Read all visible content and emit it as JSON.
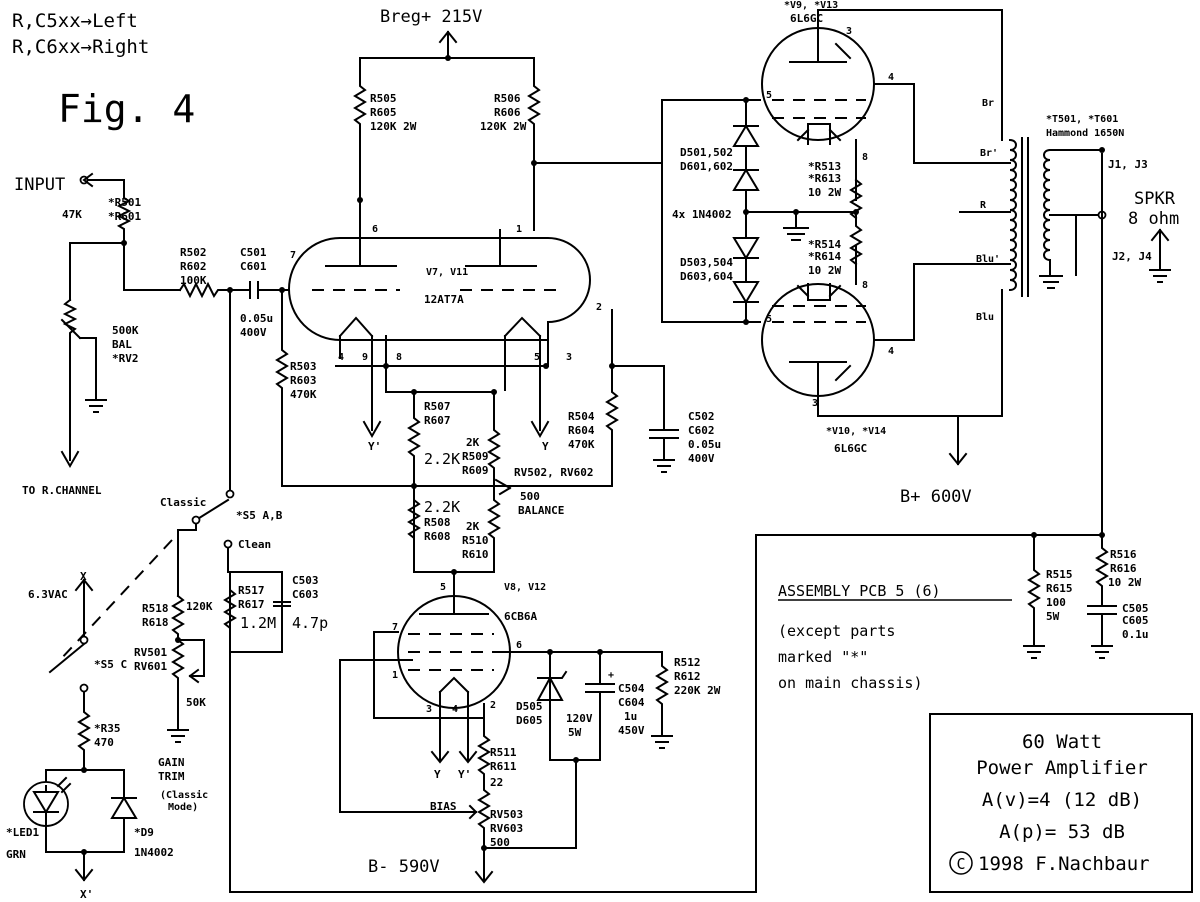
{
  "header": {
    "legend_left": "R,C5xx→Left",
    "legend_right": "R,C6xx→Right",
    "figure": "Fig. 4"
  },
  "rails": {
    "breg": "Breg+ 215V",
    "bplus": "B+ 600V",
    "bminus": "B- 590V"
  },
  "input": {
    "label": "INPUT",
    "to_right_channel": "TO R.CHANNEL"
  },
  "components": {
    "r501": [
      "*R501",
      "*R601"
    ],
    "r501_value": "47K",
    "bal_pot": [
      "500K",
      "BAL",
      "*RV2"
    ],
    "r502": [
      "R502",
      "R602",
      "100K"
    ],
    "c501": [
      "C501",
      "C601"
    ],
    "c501_value": [
      "0.05u",
      "400V"
    ],
    "r505": [
      "R505",
      "R605",
      "120K 2W"
    ],
    "r506": [
      "R506",
      "R606",
      "120K 2W"
    ],
    "v7": [
      "V7, V11",
      "12AT7A"
    ],
    "r503": [
      "R503",
      "R603",
      "470K"
    ],
    "r504": [
      "R504",
      "R604",
      "470K"
    ],
    "c502": [
      "C502",
      "C602",
      "0.05u",
      "400V"
    ],
    "r507": [
      "R507",
      "R607",
      "2.2K"
    ],
    "r509": [
      "2K",
      "R509",
      "R609"
    ],
    "rv502": [
      "RV502, RV602",
      "500",
      "BALANCE"
    ],
    "r508": [
      "2.2K",
      "R508",
      "R608"
    ],
    "r510": [
      "2K",
      "R510",
      "R610"
    ],
    "s5ab": "*S5 A,B",
    "s5ab_classic": "Classic",
    "s5ab_clean": "Clean",
    "r517": [
      "R517",
      "R617",
      "1.2M"
    ],
    "c503": [
      "C503",
      "C603",
      "4.7p"
    ],
    "r518": [
      "R518",
      "R618"
    ],
    "r518_value": "120K",
    "rv501": [
      "RV501",
      "RV601"
    ],
    "rv501_value": "50K",
    "gain_trim": [
      "GAIN",
      "TRIM"
    ],
    "gain_trim_mode": [
      "(Classic",
      "Mode)"
    ],
    "s5c": "*S5 C",
    "supply": "6.3VAC",
    "r35": [
      "*R35",
      "470"
    ],
    "led": [
      "*LED1",
      "GRN"
    ],
    "d9": [
      "*D9",
      "1N4002"
    ],
    "v8": [
      "V8, V12",
      "6CB6A"
    ],
    "d505": [
      "D505",
      "D605"
    ],
    "zener_value": [
      "120V",
      "5W"
    ],
    "c504": [
      "C504",
      "C604",
      "1u",
      "450V"
    ],
    "r512": [
      "R512",
      "R612",
      "220K 2W"
    ],
    "r511": [
      "R511",
      "R611",
      "22"
    ],
    "rv503": [
      "BIAS",
      "RV503",
      "RV603",
      "500"
    ],
    "v9": [
      "*V9, *V13",
      "6L6GC"
    ],
    "v10": [
      "*V10, *V14",
      "6L6GC"
    ],
    "d501": [
      "D501,502",
      "D601,602"
    ],
    "d503": [
      "D503,504",
      "D603,604"
    ],
    "diodes": "4x 1N4002",
    "r513": [
      "*R513",
      "*R613",
      "10 2W"
    ],
    "r514": [
      "*R514",
      "*R614",
      "10 2W"
    ],
    "t501": [
      "*T501, *T601",
      "Hammond 1650N"
    ],
    "t_taps": [
      "Br",
      "Br'",
      "R",
      "Blu'",
      "Blu"
    ],
    "jacks": [
      "J1, J3",
      "J2, J4"
    ],
    "spkr": [
      "SPKR",
      "8 ohm"
    ],
    "r515": [
      "R515",
      "R615",
      "100",
      "5W"
    ],
    "r516": [
      "R516",
      "R616",
      "10 2W"
    ],
    "c505": [
      "C505",
      "C605",
      "0.1u"
    ]
  },
  "nets": {
    "y_prime": "Y'",
    "y": "Y",
    "x": "X",
    "x_prime": "X'"
  },
  "assembly": {
    "heading": "ASSEMBLY PCB 5 (6)",
    "note": [
      "(except parts",
      "marked \"*\"",
      "on main chassis)"
    ]
  },
  "title_block": {
    "lines": [
      "60 Watt",
      "Power Amplifier",
      "A(v)=4  (12 dB)",
      "A(p)= 53 dB",
      "1998 F.Nachbaur"
    ],
    "copyright_symbol": "C"
  }
}
